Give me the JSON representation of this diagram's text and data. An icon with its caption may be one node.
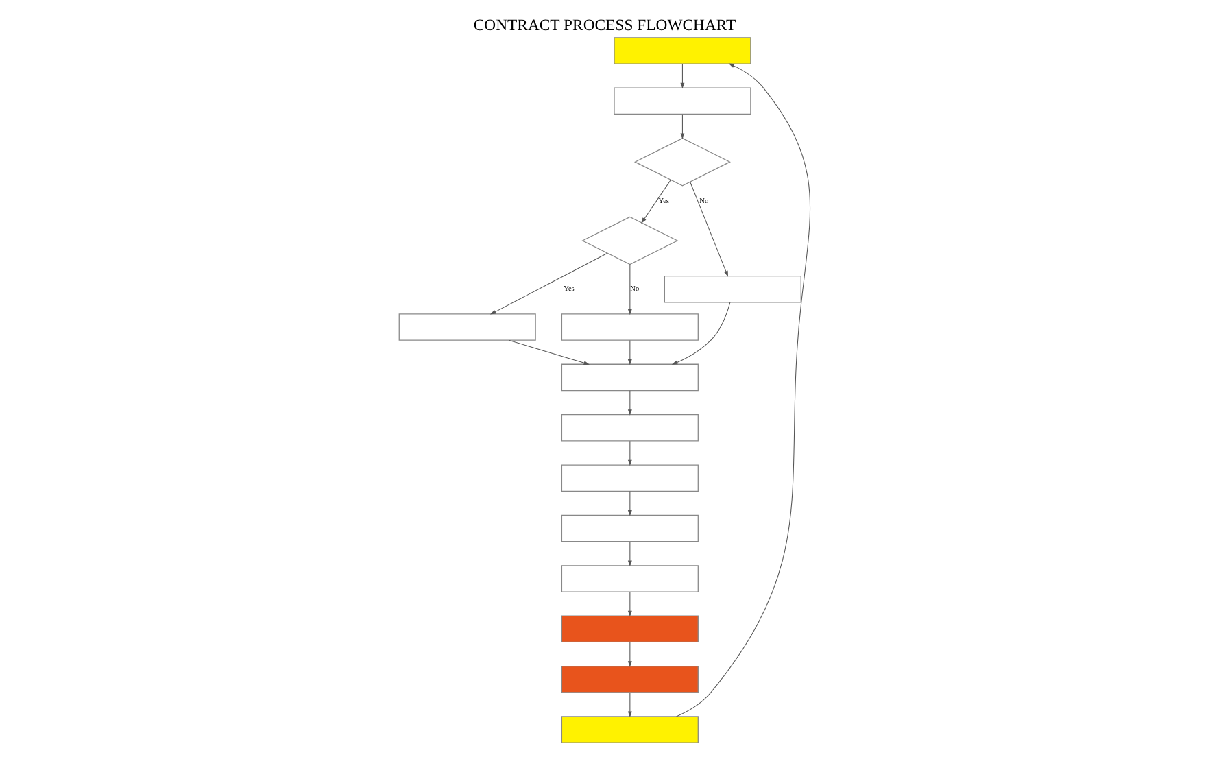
{
  "diagram": {
    "title": "CONTRACT PROCESS FLOWCHART",
    "nodes": [
      {
        "text": [],
        "shape": "box"
      },
      {
        "text": [],
        "shape": "box"
      },
      {
        "text": [],
        "shape": "diamond"
      },
      {
        "text": [],
        "shape": "diamond"
      },
      {
        "text": [],
        "shape": "box"
      },
      {
        "text": [],
        "shape": "box"
      },
      {
        "text": [],
        "shape": "box"
      },
      {
        "text": [],
        "shape": "box"
      },
      {
        "text": [],
        "shape": "box"
      },
      {
        "text": [],
        "shape": "box"
      },
      {
        "text": [],
        "shape": "box"
      },
      {
        "text": [],
        "shape": "box"
      },
      {
        "text": [],
        "shape": "box"
      },
      {
        "text": [],
        "shape": "box"
      },
      {
        "text": [],
        "shape": "box"
      }
    ],
    "edges": [
      {
        "from": 0,
        "to": 1,
        "arrow": "to"
      },
      {
        "from": 1,
        "to": 2,
        "arrow": "to"
      },
      {
        "from": 2,
        "to": 3,
        "arrow": "to",
        "label": "Yes"
      },
      {
        "from": 2,
        "to": 6,
        "arrow": "to",
        "label": "No"
      },
      {
        "from": 3,
        "to": 4,
        "arrow": "to",
        "label": "Yes"
      },
      {
        "from": 3,
        "to": 5,
        "arrow": "to",
        "label": "No"
      },
      {
        "from": 6,
        "to": 7,
        "arrow": "to"
      },
      {
        "from": 5,
        "to": 7,
        "arrow": "to"
      },
      {
        "from": 4,
        "to": 7,
        "arrow": "to"
      },
      {
        "from": 7,
        "to": 8,
        "arrow": "to"
      },
      {
        "from": 8,
        "to": 9,
        "arrow": "to"
      },
      {
        "from": 9,
        "to": 10,
        "arrow": "to"
      },
      {
        "from": 10,
        "to": 11,
        "arrow": "to"
      },
      {
        "from": 11,
        "to": 12,
        "arrow": "to"
      },
      {
        "from": 12,
        "to": 13,
        "arrow": "to"
      },
      {
        "from": 13,
        "to": 14,
        "arrow": "to"
      },
      {
        "from": 14,
        "to": 0,
        "arrow": "to"
      }
    ]
  }
}
